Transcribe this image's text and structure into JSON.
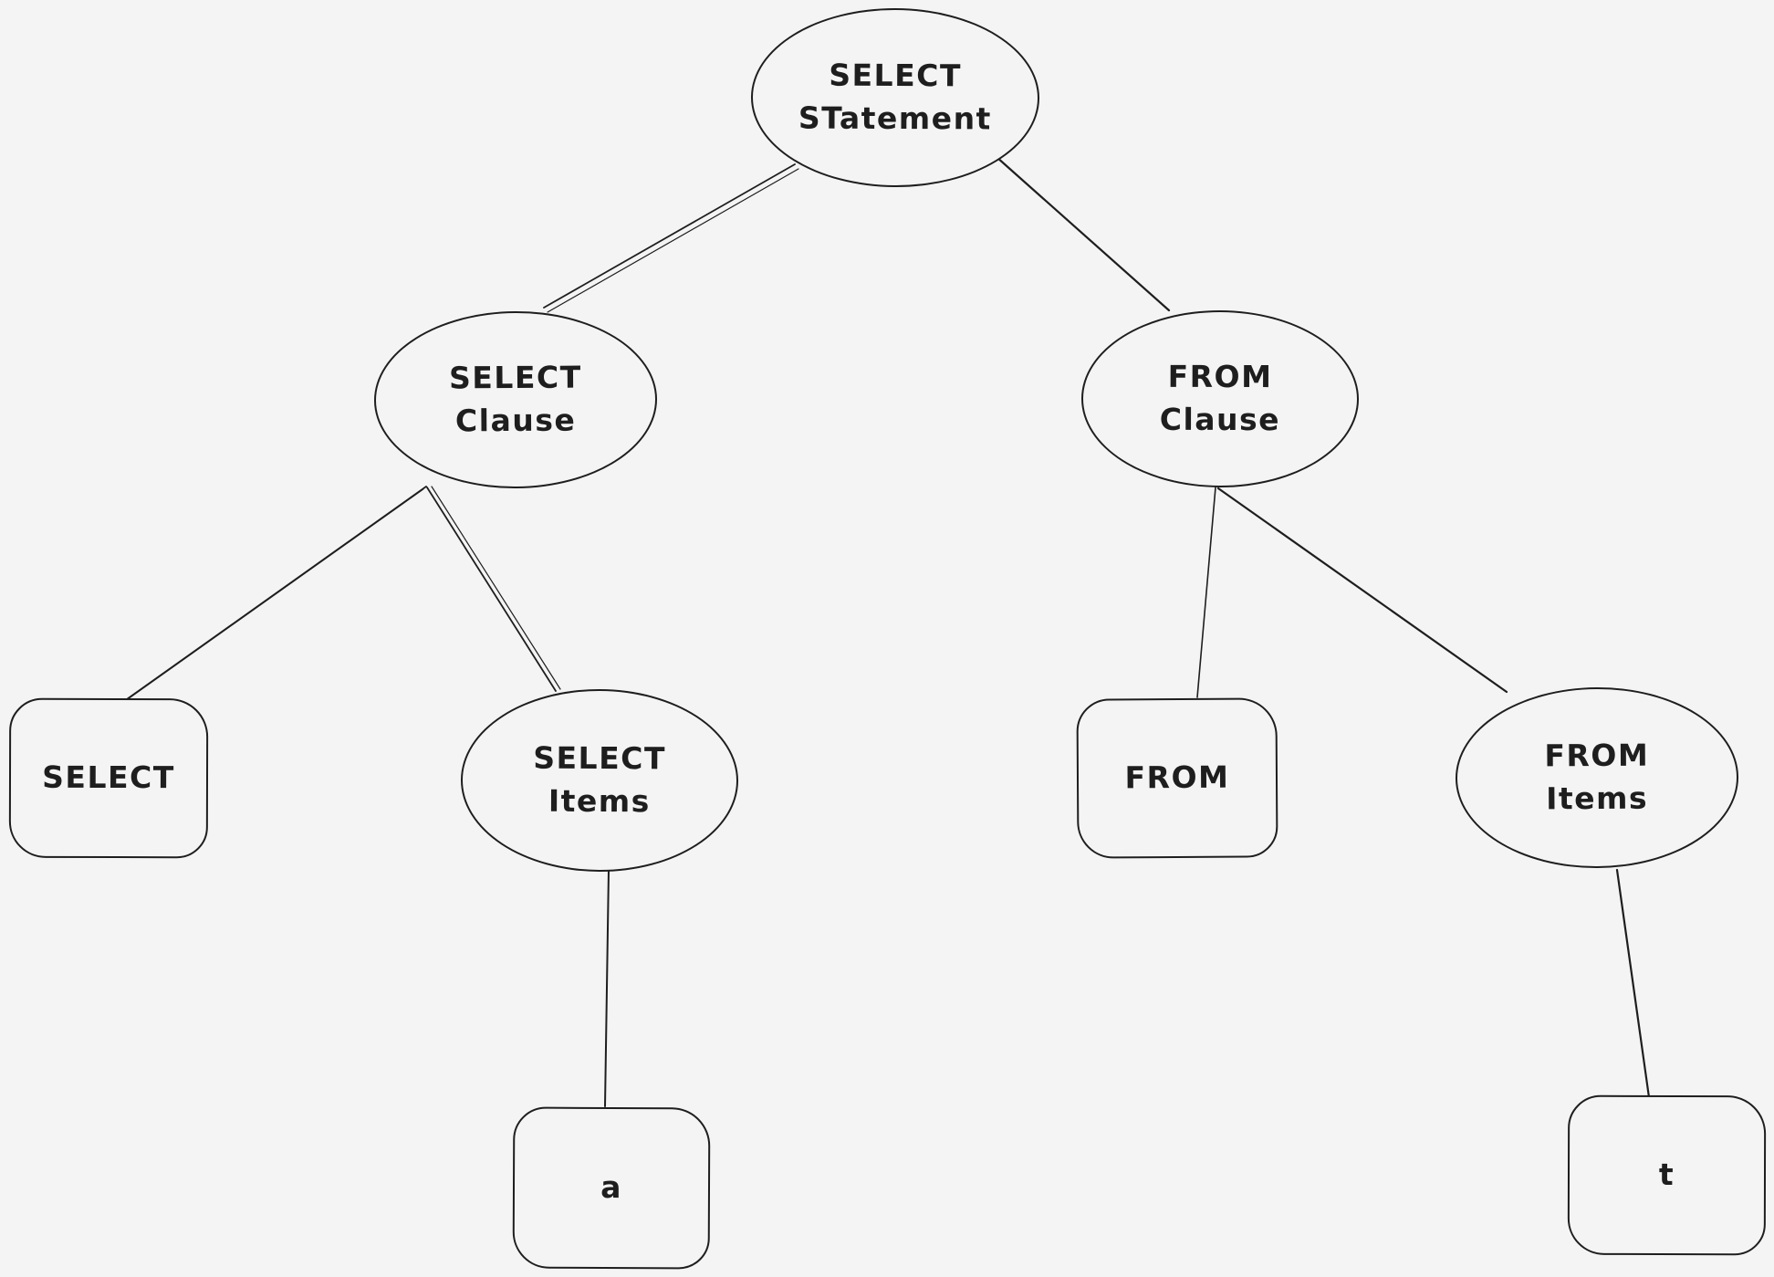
{
  "canvas": {
    "background_color": "#f4f4f5",
    "stroke_color": "#1e1e1e",
    "style": "hand-drawn whiteboard sketch"
  },
  "diagram": {
    "type": "tree",
    "nodes": [
      {
        "id": "select-statement",
        "shape": "ellipse",
        "label": "SELECT\nSTatement"
      },
      {
        "id": "select-clause",
        "shape": "ellipse",
        "label": "SELECT\nClause"
      },
      {
        "id": "from-clause",
        "shape": "ellipse",
        "label": "FROM\nClause"
      },
      {
        "id": "select-keyword",
        "shape": "rectangle",
        "label": "SELECT"
      },
      {
        "id": "select-items",
        "shape": "ellipse",
        "label": "SELECT\nItems"
      },
      {
        "id": "from-keyword",
        "shape": "rectangle",
        "label": "FROM"
      },
      {
        "id": "from-items",
        "shape": "ellipse",
        "label": "FROM\nItems"
      },
      {
        "id": "a-leaf",
        "shape": "rectangle",
        "label": "a"
      },
      {
        "id": "t-leaf",
        "shape": "rectangle",
        "label": "t"
      }
    ],
    "edges": [
      {
        "from": "select-statement",
        "to": "select-clause"
      },
      {
        "from": "select-statement",
        "to": "from-clause"
      },
      {
        "from": "select-clause",
        "to": "select-keyword"
      },
      {
        "from": "select-clause",
        "to": "select-items"
      },
      {
        "from": "from-clause",
        "to": "from-keyword"
      },
      {
        "from": "from-clause",
        "to": "from-items"
      },
      {
        "from": "select-items",
        "to": "a-leaf"
      },
      {
        "from": "from-items",
        "to": "t-leaf"
      }
    ]
  }
}
